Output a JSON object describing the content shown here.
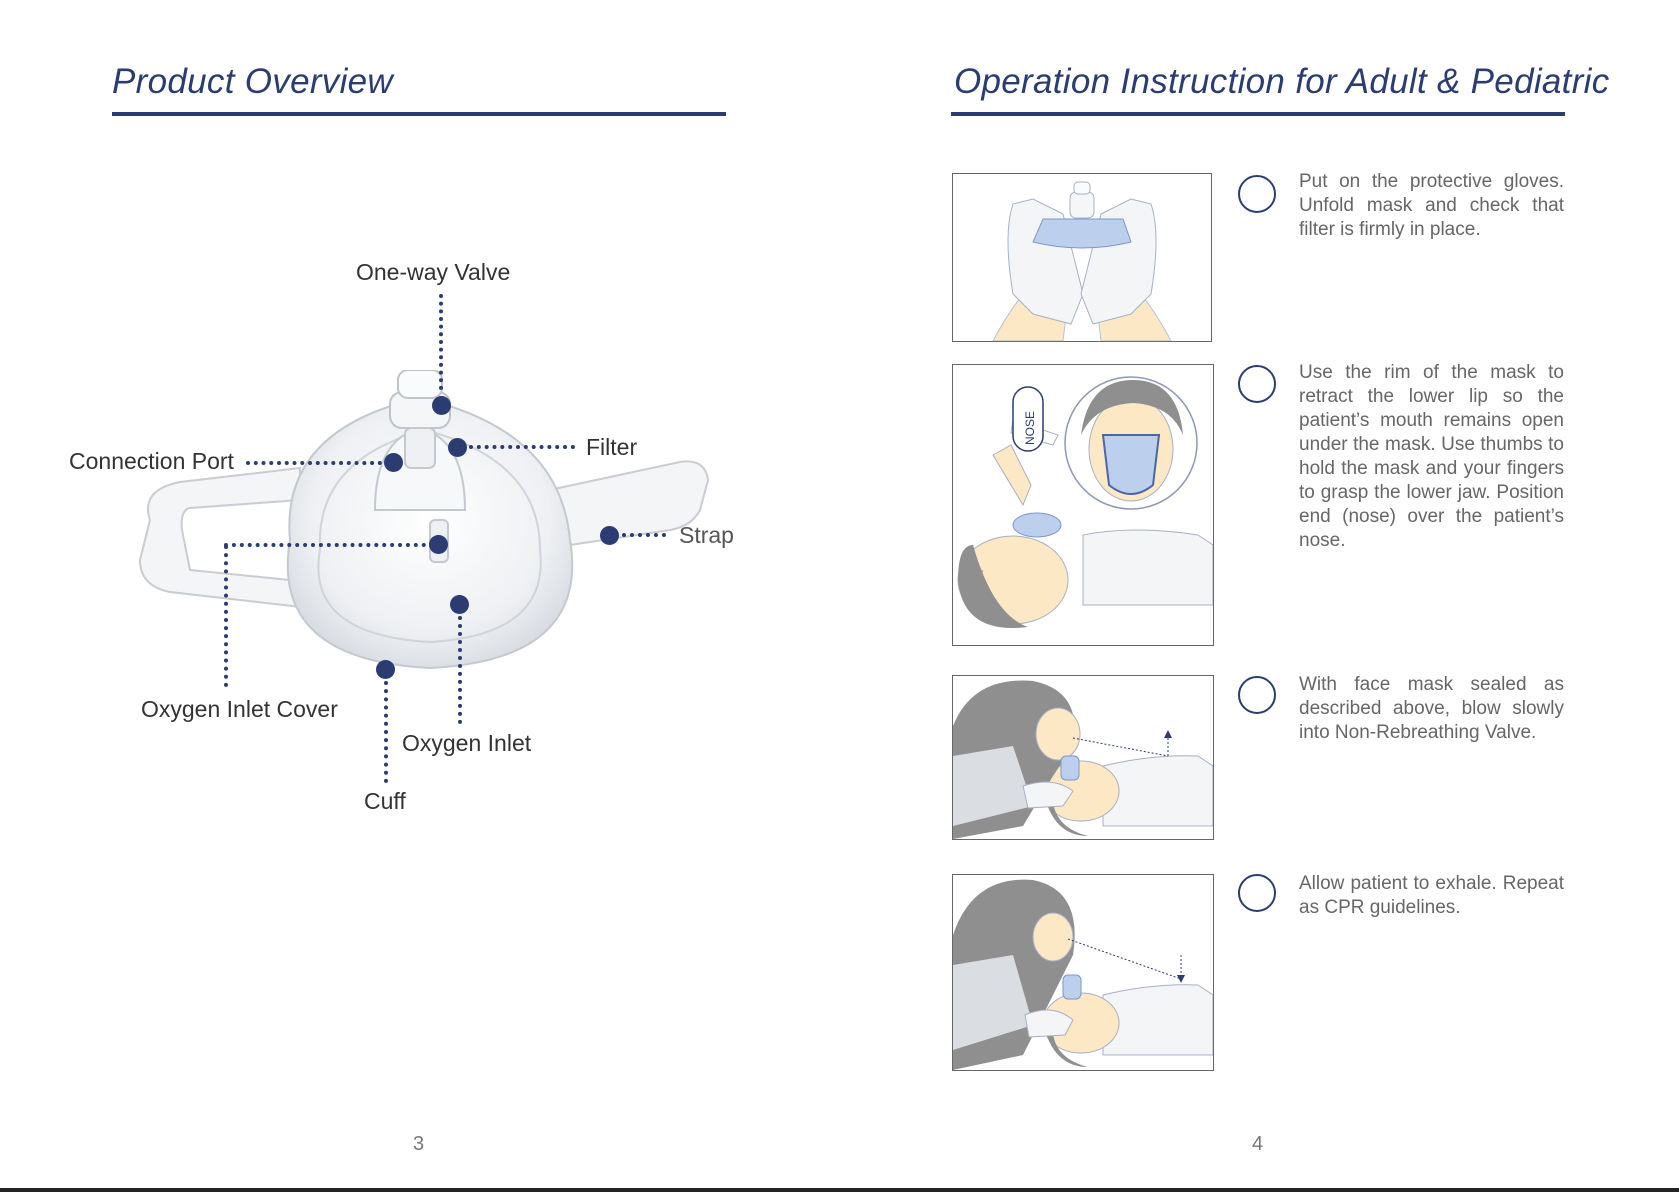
{
  "left_page": {
    "title": "Product Overview",
    "labels": {
      "one_way_valve": "One-way Valve",
      "connection_port": "Connection Port",
      "filter": "Filter",
      "strap": "Strap",
      "oxygen_inlet_cover": "Oxygen Inlet Cover",
      "oxygen_inlet": "Oxygen Inlet",
      "cuff": "Cuff"
    },
    "page_number": "3"
  },
  "right_page": {
    "title": "Operation Instruction for Adult & Pediatric",
    "steps": [
      {
        "text": "Put on the protective gloves. Unfold mask and check that filter is firmly in place."
      },
      {
        "text": "Use the rim of the mask to retract the lower lip so the patient’s mouth remains open under the mask. Use thumbs to hold the mask and your fingers to grasp the lower jaw. Position end (nose) over the patient’s nose.",
        "image_label": "NOSE"
      },
      {
        "text": "With face mask sealed as described above, blow slowly into Non-Rebreathing Valve."
      },
      {
        "text": "Allow patient to exhale. Repeat as CPR guidelines."
      }
    ],
    "page_number": "4"
  },
  "colors": {
    "accent": "#2b3c73",
    "mask_blue": "#bcd0ee",
    "skin": "#fce8c4",
    "hair": "#8f8f8f"
  }
}
